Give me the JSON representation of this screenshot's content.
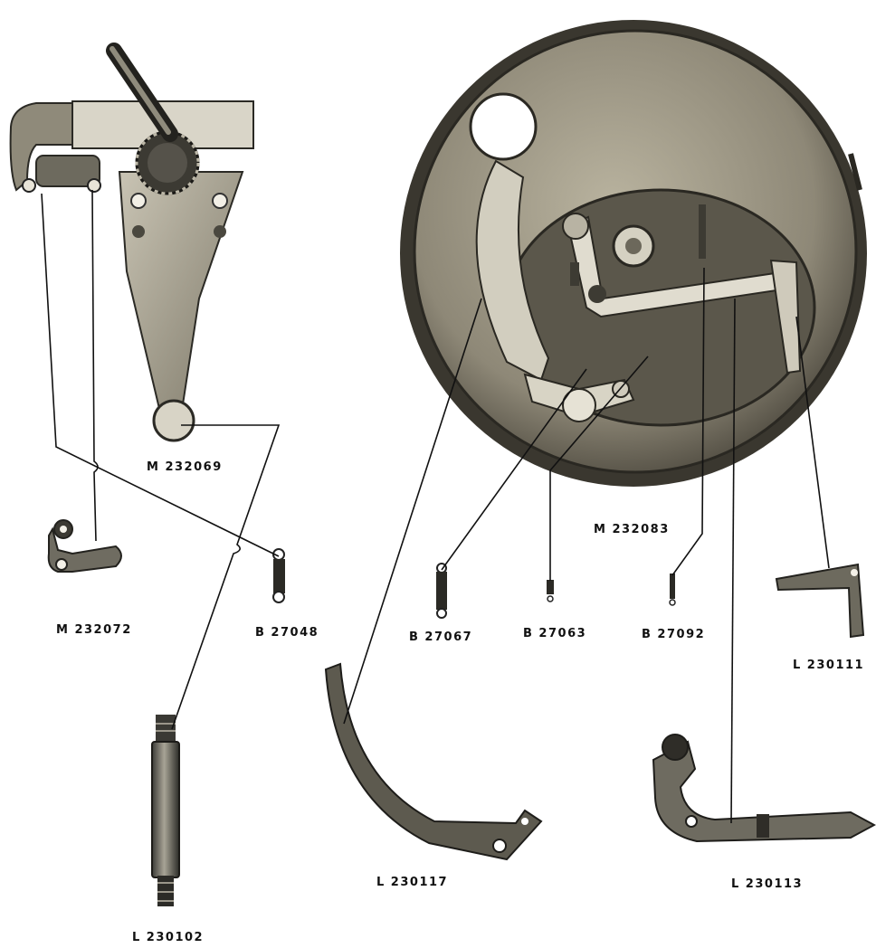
{
  "parts": {
    "selector_lever_assembly": "M 232069",
    "lever_link": "M 232072",
    "spring_left": "B 27048",
    "shaft": "L 230102",
    "base_plate_assembly": "M 232083",
    "spring_a": "B 27067",
    "spring_b": "B 27063",
    "spring_c": "B 27092",
    "bracket_small": "L 230111",
    "arc_arm": "L 230117",
    "trip_arm": "L 230113"
  }
}
